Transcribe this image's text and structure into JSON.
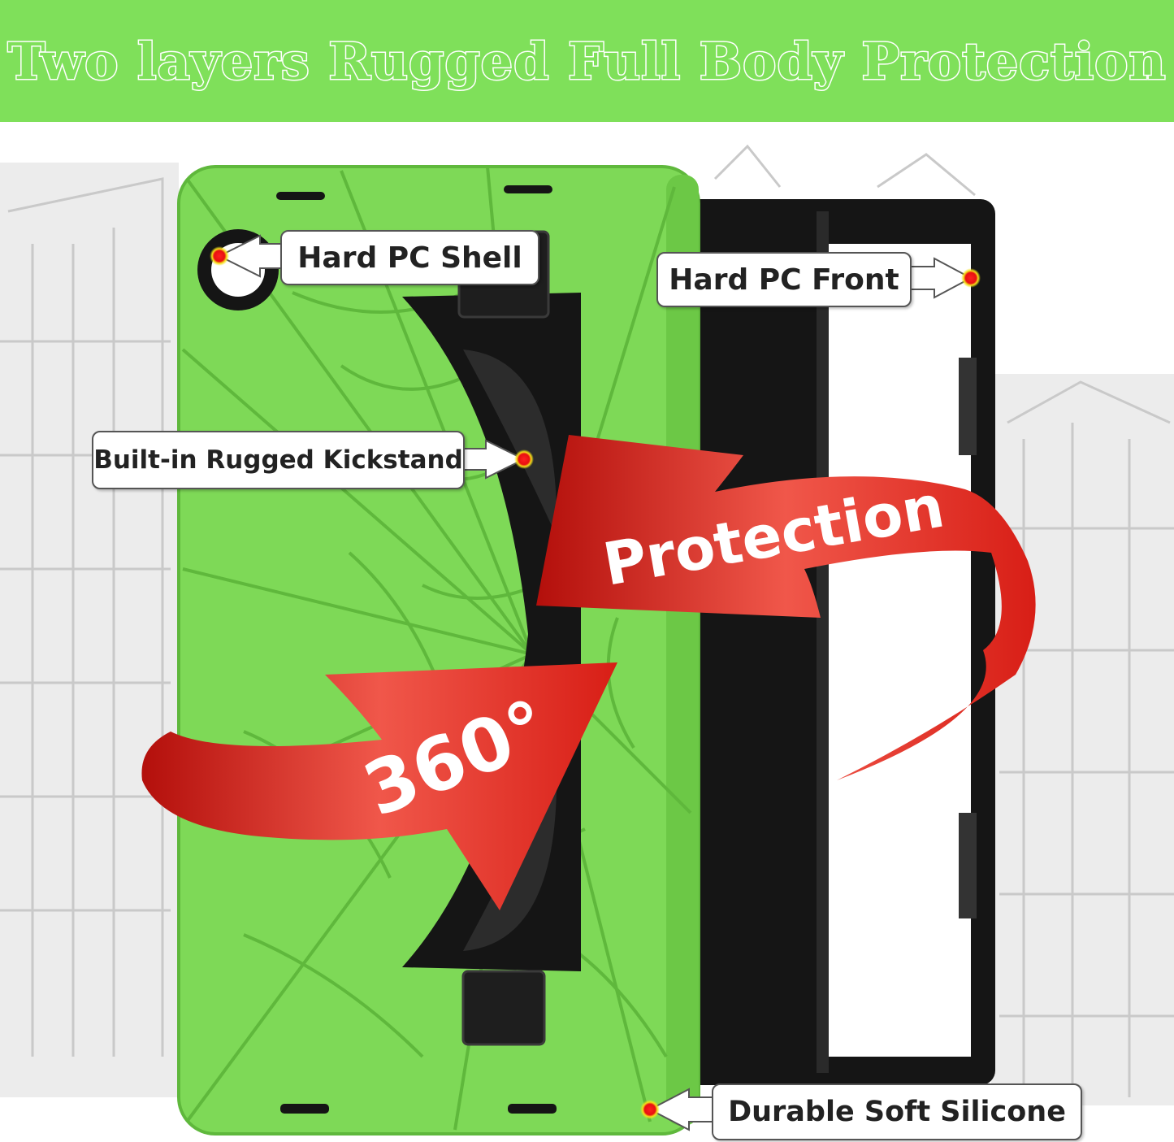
{
  "banner": {
    "title": "Two layers Rugged Full Body Protection",
    "background_color": "#7fe05a"
  },
  "callouts": {
    "hard_pc_shell": "Hard PC Shell",
    "hard_pc_front": "Hard PC Front",
    "kickstand": "Built-in Rugged Kickstand",
    "soft_silicone": "Durable Soft Silicone"
  },
  "badges": {
    "protection": "Protection",
    "degrees": "360°"
  },
  "colors": {
    "case_green": "#7ed957",
    "frame_black": "#151515",
    "arrow_red": "#e0241c",
    "marker_red": "#e01010"
  }
}
